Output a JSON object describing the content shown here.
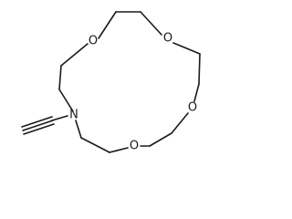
{
  "molecule": {
    "atoms": {
      "o1": "O",
      "o2": "O",
      "o3": "O",
      "o4": "O",
      "n1": "N"
    }
  },
  "colors": {
    "bond": "#1a1a1a",
    "background": "#ffffff"
  }
}
